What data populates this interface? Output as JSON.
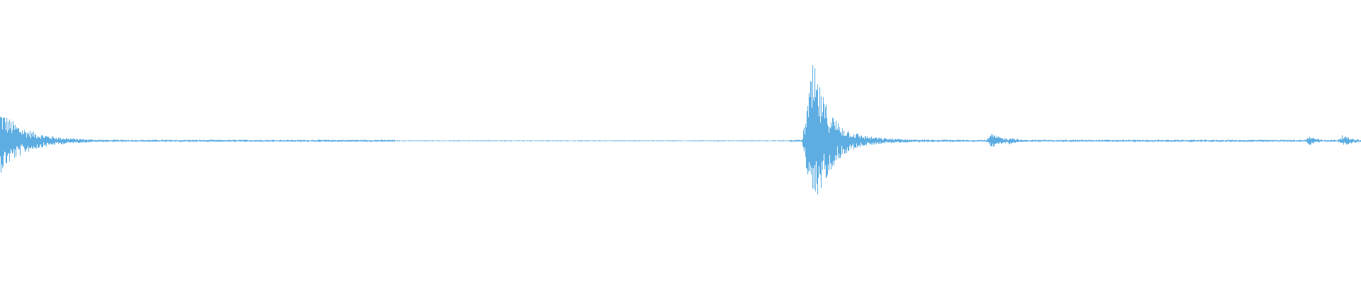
{
  "waveform": {
    "color": "#5dade2",
    "background": "#ffffff",
    "bursts": [
      {
        "start": 0.0,
        "peak": 0.22,
        "decay": 0.018,
        "attack": 0.0
      },
      {
        "start": 0.597,
        "peak": 0.55,
        "decay": 0.012,
        "attack": 0.008
      },
      {
        "start": 0.728,
        "peak": 0.05,
        "decay": 0.01,
        "attack": 0.004
      },
      {
        "start": 0.742,
        "peak": 0.03,
        "decay": 0.006,
        "attack": 0.003
      },
      {
        "start": 0.962,
        "peak": 0.035,
        "decay": 0.006,
        "attack": 0.004
      },
      {
        "start": 0.986,
        "peak": 0.04,
        "decay": 0.008,
        "attack": 0.004
      }
    ],
    "noise_floor": 0.008,
    "quiet_from": 0.29,
    "quiet_to": 0.58
  }
}
